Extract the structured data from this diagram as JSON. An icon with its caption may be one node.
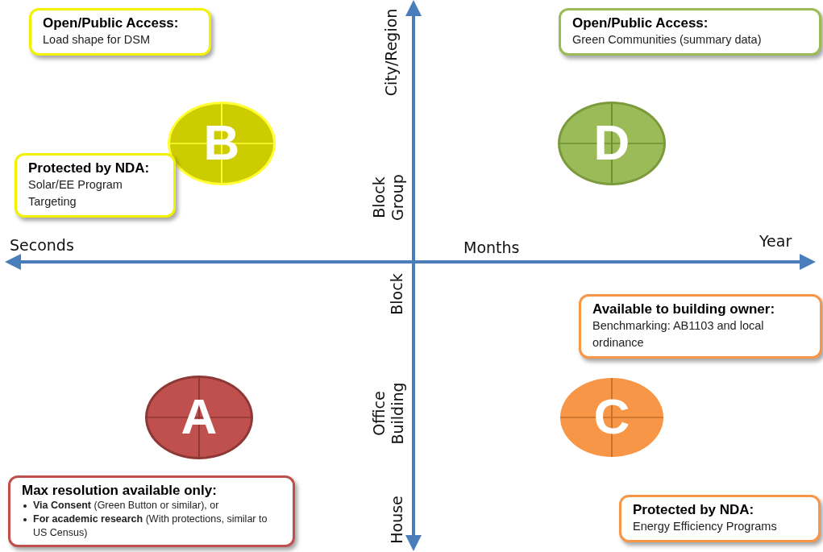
{
  "diagram": {
    "nodes": [
      {
        "text": [
          "Open/Public Access:",
          "Load shape for DSM"
        ]
      },
      {
        "text": [
          "Open/Public Access:",
          "Green Communities (summary data)"
        ]
      },
      {
        "text": [
          "B"
        ]
      },
      {
        "text": [
          "D"
        ]
      },
      {
        "text": [
          "Protected by NDA:",
          "Solar/EE Program Targeting"
        ]
      },
      {
        "text": [
          "Available to building owner:",
          "Benchmarking: AB1103 and local ordinance"
        ]
      },
      {
        "text": [
          "A"
        ]
      },
      {
        "text": [
          "C"
        ]
      },
      {
        "text": [
          "Max resolution available only:",
          "**Via Consent** (Green Button or similar), or",
          "**For academic research** (With protections, similar to US Census)"
        ]
      },
      {
        "text": [
          "Protected by NDA:",
          "Energy Efficiency Programs"
        ]
      }
    ],
    "edges": [],
    "labels": [
      "City/Region",
      "Block Group",
      "Seconds",
      "Months",
      "Year",
      "Block",
      "Office Building",
      "House"
    ]
  }
}
